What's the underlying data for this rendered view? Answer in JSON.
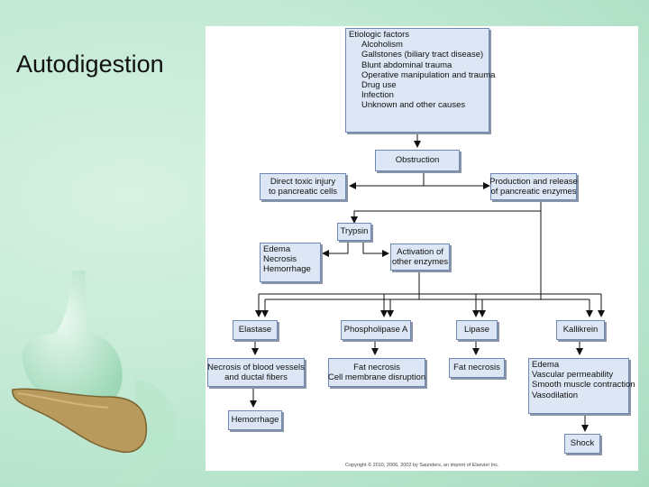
{
  "slide": {
    "title": "Autodigestion"
  },
  "diagram": {
    "etiologic": {
      "heading": "Etiologic factors",
      "items": [
        "Alcoholism",
        "Gallstones (biliary tract disease)",
        "Blunt abdominal trauma",
        "Operative manipulation and trauma",
        "Drug use",
        "Infection",
        "Unknown and other causes"
      ]
    },
    "obstruction": "Obstruction",
    "direct_toxic": [
      "Direct toxic injury",
      "to pancreatic cells"
    ],
    "production": [
      "Production and release",
      "of pancreatic enzymes"
    ],
    "trypsin": "Trypsin",
    "edema_group": [
      "Edema",
      "Necrosis",
      "Hemorrhage"
    ],
    "activation": [
      "Activation of",
      "other enzymes"
    ],
    "elastase": "Elastase",
    "phospholipase": "Phospholipase A",
    "lipase": "Lipase",
    "kallikrein": "Kallikrein",
    "necrosis_vessels": [
      "Necrosis of blood vessels",
      "and ductal fibers"
    ],
    "fat_necrosis_membrane": [
      "Fat necrosis",
      "Cell membrane disruption"
    ],
    "fat_necrosis": "Fat necrosis",
    "kallikrein_effects": [
      "Edema",
      "Vascular permeability",
      "Smooth muscle contraction",
      "Vasodilation"
    ],
    "hemorrhage": "Hemorrhage",
    "shock": "Shock",
    "copyright": "Copyright © 2010, 2006, 2002 by Saunders, an imprint of Elsevier Inc."
  },
  "colors": {
    "box_fill": "#dce6f4",
    "box_border": "#6e88b3",
    "background": "#bfe8d2"
  }
}
